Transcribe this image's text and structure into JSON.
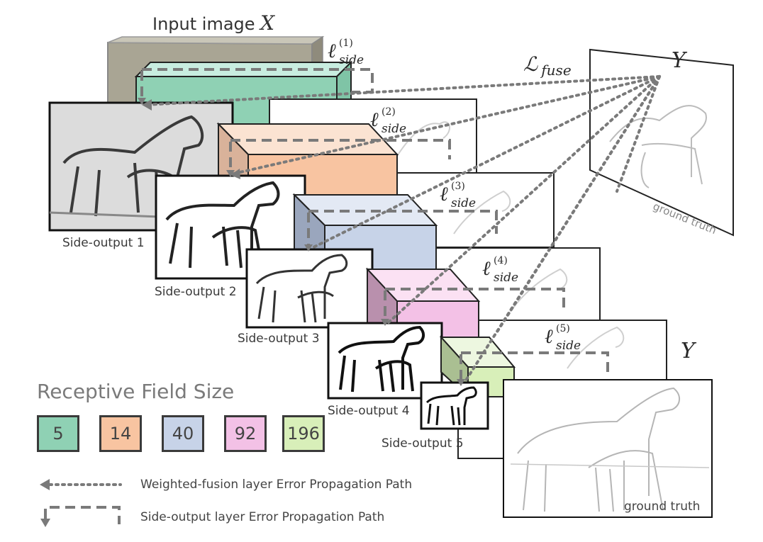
{
  "input_label": "Input image",
  "input_var": "X",
  "target_var": "Y",
  "target_var_2": "Y",
  "loss_fuse": {
    "main": "ℒ",
    "sub": "fuse"
  },
  "side_losses": [
    {
      "main": "ℓ",
      "sup": "(1)",
      "sub": "side"
    },
    {
      "main": "ℓ",
      "sup": "(2)",
      "sub": "side"
    },
    {
      "main": "ℓ",
      "sup": "(3)",
      "sub": "side"
    },
    {
      "main": "ℓ",
      "sup": "(4)",
      "sub": "side"
    },
    {
      "main": "ℓ",
      "sup": "(5)",
      "sub": "side"
    }
  ],
  "side_outputs": [
    "Side-output 1",
    "Side-output 2",
    "Side-output 3",
    "Side-output 4",
    "Side-output 5"
  ],
  "ground_truth_labels": [
    "ground truth",
    "ground truth"
  ],
  "receptive_field": {
    "title": "Receptive Field Size",
    "boxes": [
      {
        "value": "5",
        "color": "#8fd1b4"
      },
      {
        "value": "14",
        "color": "#f8c4a1"
      },
      {
        "value": "40",
        "color": "#c7d3e8"
      },
      {
        "value": "92",
        "color": "#f3c1e6"
      },
      {
        "value": "196",
        "color": "#d8efb9"
      }
    ]
  },
  "legend": {
    "fusion": "Weighted-fusion layer Error Propagation Path",
    "side": "Side-output layer Error Propagation Path"
  },
  "colors": {
    "dotted": "#7a7a7a",
    "dashed": "#7a7a7a",
    "outline": "#1a1a1a"
  }
}
